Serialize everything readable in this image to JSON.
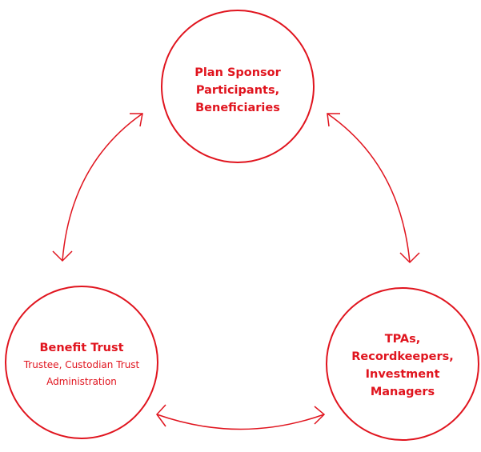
{
  "colors": {
    "accent": "#e0141e",
    "background": "#ffffff"
  },
  "nodes": {
    "top": {
      "lines": [
        "Plan Sponsor",
        "Participants,",
        "Beneficiaries"
      ]
    },
    "left": {
      "title": "Benefit Trust",
      "subtitle_lines": [
        "Trustee, Custodian Trust",
        "Administration"
      ]
    },
    "right": {
      "lines": [
        "TPAs,",
        "Recordkeepers,",
        "Investment",
        "Managers"
      ]
    }
  },
  "connectors": [
    {
      "from": "top",
      "to": "left",
      "direction": "bidirectional"
    },
    {
      "from": "top",
      "to": "right",
      "direction": "bidirectional"
    },
    {
      "from": "left",
      "to": "right",
      "direction": "bidirectional"
    }
  ]
}
